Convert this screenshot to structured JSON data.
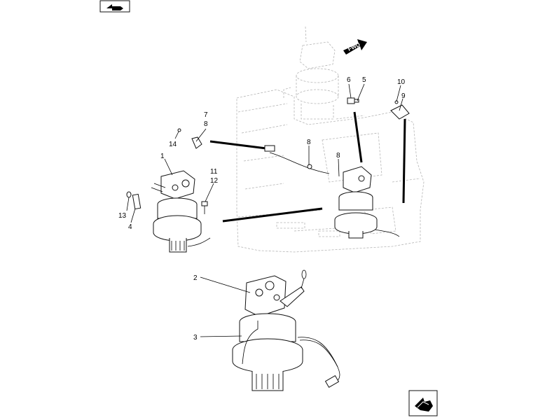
{
  "callouts": {
    "c1": "1",
    "c2": "2",
    "c3": "3",
    "c4": "4",
    "c5": "5",
    "c6": "6",
    "c7": "7",
    "c8a": "8",
    "c8b": "8",
    "c8c": "8",
    "c9": "9",
    "c10": "10",
    "c11": "11",
    "c12": "12",
    "c13": "13",
    "c14": "14"
  },
  "fwd_label": "FWD",
  "icons": {
    "top_left": "page-arrow-icon",
    "bottom_right": "navigation-arrow-icon"
  }
}
